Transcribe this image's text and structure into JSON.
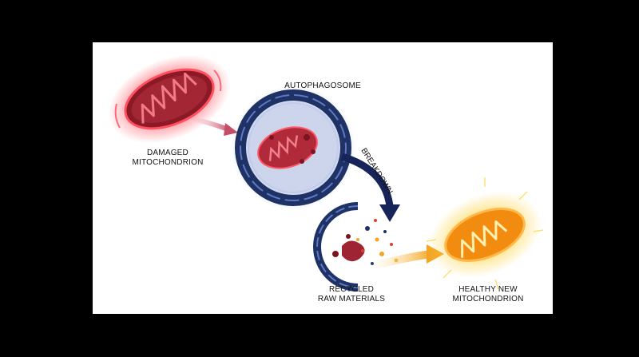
{
  "labels": {
    "damaged": [
      "DAMAGED",
      "MITOCHONDRION"
    ],
    "autophagosome": "AUTOPHAGOSOME",
    "breakdown": "BREAKDOWN",
    "recycled": [
      "RECYCLED",
      "RAW MATERIALS"
    ],
    "healthy": [
      "HEALTHY NEW",
      "MITOCHONDRION"
    ]
  },
  "colors": {
    "background": "#000000",
    "panel": "#ffffff",
    "damaged_red": "#8b1a26",
    "glow_red": "#ff3b4a",
    "membrane_blue": "#1e3266",
    "arrow_navy": "#16245a",
    "healthy_orange": "#f28c10",
    "glow_yellow": "#ffd23a"
  }
}
